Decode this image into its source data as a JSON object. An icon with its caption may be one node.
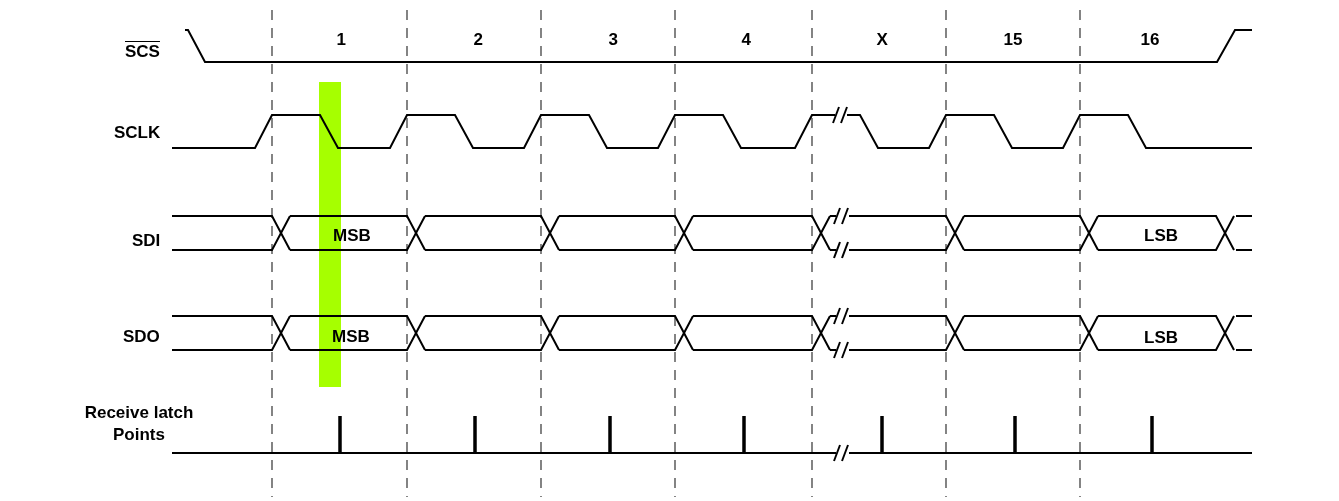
{
  "diagram": {
    "labels": [
      "SCS",
      "1",
      "2",
      "3",
      "4",
      "X",
      "15",
      "16",
      "SCLK",
      "SDI",
      "MSB",
      "LSB",
      "SDO",
      "MSB",
      "LSB",
      "Receive latch Points"
    ]
  }
}
